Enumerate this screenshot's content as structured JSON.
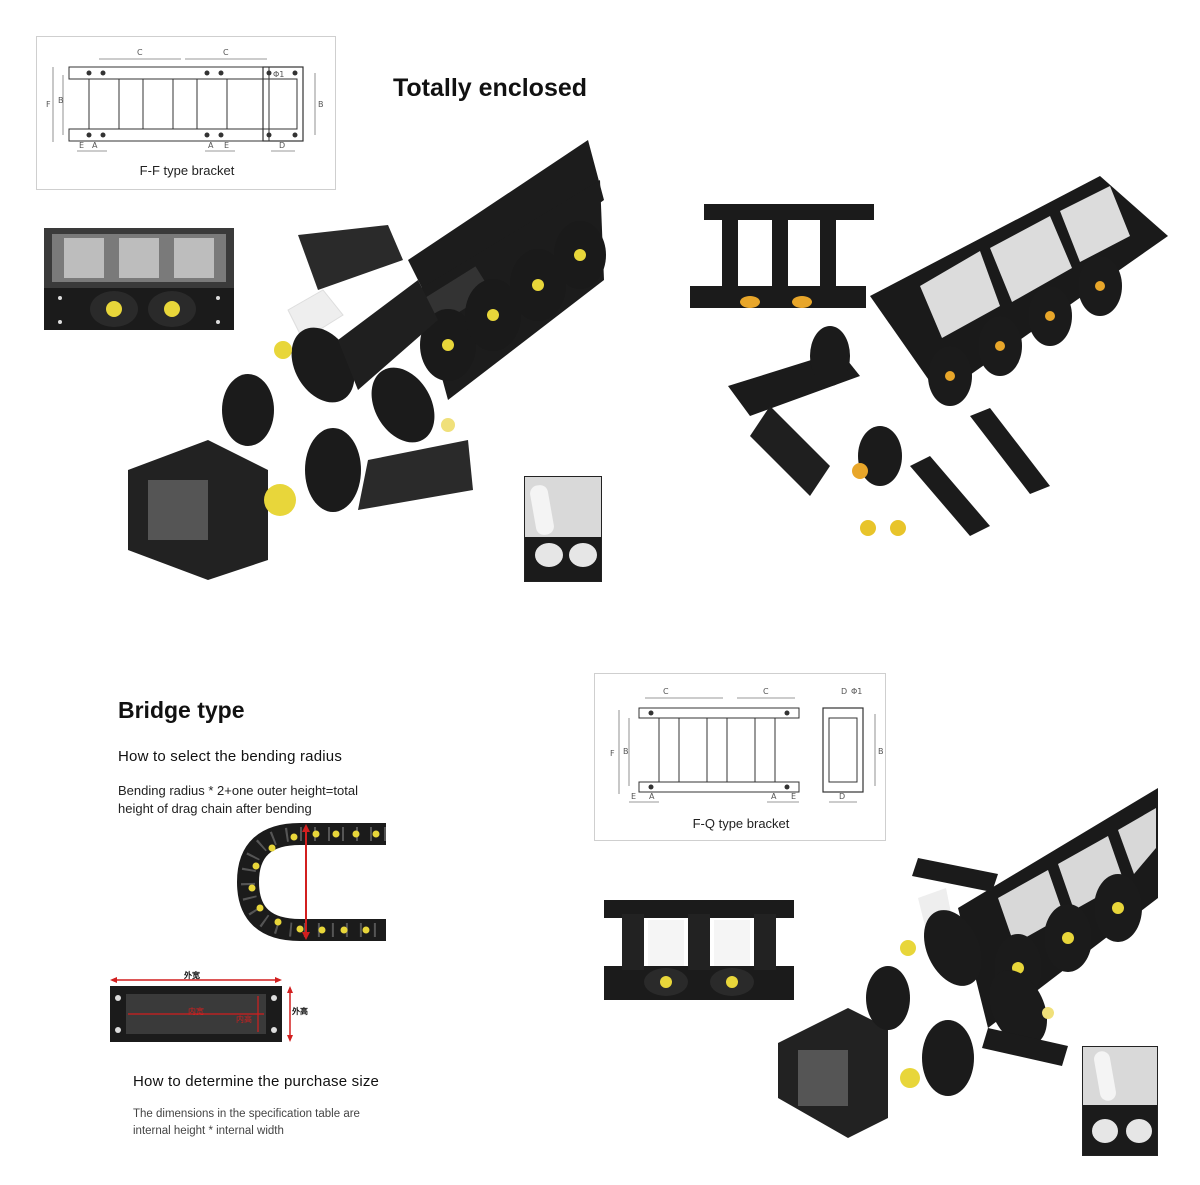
{
  "top": {
    "heading": "Totally enclosed",
    "bracket_caption": "F-F type bracket",
    "dim_labels": {
      "c": "C",
      "phi": "Φ1",
      "f": "F",
      "b": "B",
      "e": "E",
      "a": "A",
      "d": "D"
    }
  },
  "bottom": {
    "heading": "Bridge type",
    "section1_title": "How to select the bending radius",
    "section1_text": "Bending radius * 2+one outer height=total height of drag chain after bending",
    "section2_title": "How to determine the purchase size",
    "section2_text": "The dimensions in the specification table are internal height * internal width",
    "bracket_caption": "F-Q type bracket",
    "cross_section_labels": {
      "outer_width": "外宽",
      "inner_width": "内宽",
      "inner_height": "内高",
      "outer_height": "外高"
    }
  },
  "colors": {
    "plastic": "#1b1b1b",
    "pin": "#e8d63a",
    "measure": "#d21f1f"
  }
}
